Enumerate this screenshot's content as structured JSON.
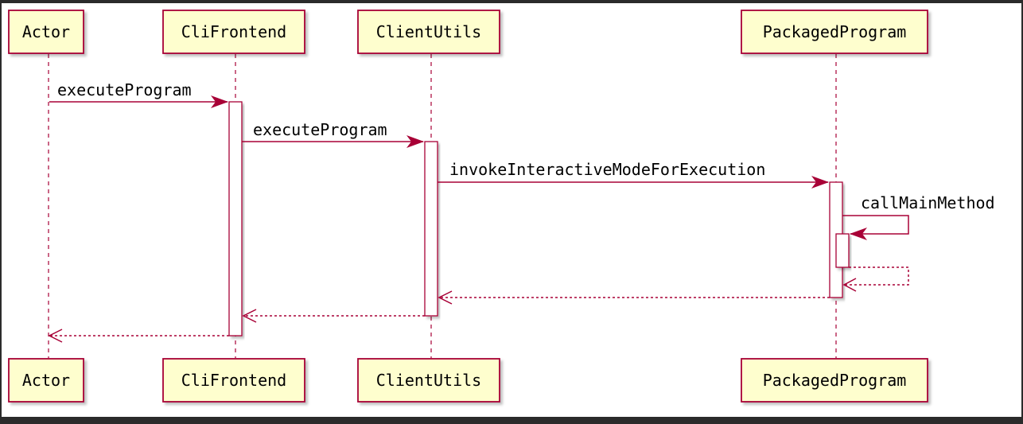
{
  "participants": [
    {
      "id": "actor",
      "label": "Actor"
    },
    {
      "id": "cli",
      "label": "CliFrontend"
    },
    {
      "id": "client",
      "label": "ClientUtils"
    },
    {
      "id": "packaged",
      "label": "PackagedProgram"
    }
  ],
  "messages": [
    {
      "id": "m1",
      "from": "actor",
      "to": "cli",
      "label": "executeProgram",
      "type": "sync"
    },
    {
      "id": "m2",
      "from": "cli",
      "to": "client",
      "label": "executeProgram",
      "type": "sync"
    },
    {
      "id": "m3",
      "from": "client",
      "to": "packaged",
      "label": "invokeInteractiveModeForExecution",
      "type": "sync"
    },
    {
      "id": "m4",
      "from": "packaged",
      "to": "packaged",
      "label": "callMainMethod",
      "type": "self"
    },
    {
      "id": "m5",
      "from": "packaged",
      "to": "packaged",
      "label": "",
      "type": "self-return"
    },
    {
      "id": "m6",
      "from": "packaged",
      "to": "client",
      "label": "",
      "type": "return"
    },
    {
      "id": "m7",
      "from": "client",
      "to": "cli",
      "label": "",
      "type": "return"
    },
    {
      "id": "m8",
      "from": "cli",
      "to": "actor",
      "label": "",
      "type": "return"
    }
  ],
  "colors": {
    "background": "#ffffff",
    "frame": "#2b2b2b",
    "box_fill": "#fefece",
    "box_border": "#a80036",
    "line": "#a80036",
    "text": "#000000"
  }
}
